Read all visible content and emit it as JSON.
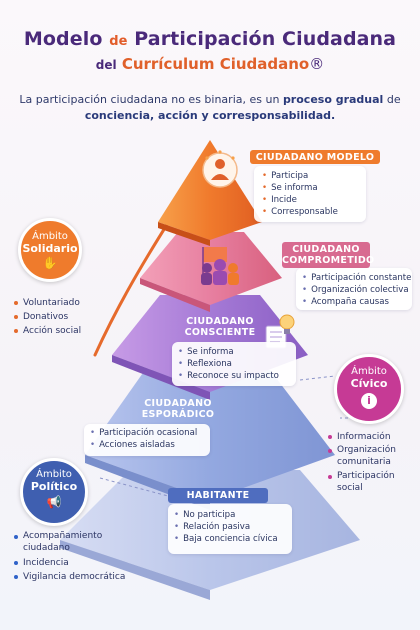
{
  "title": {
    "line1_a": "Modelo",
    "line1_de": "de",
    "line1_b": "Participación Ciudadana",
    "line2_del": "del",
    "line2_main": "Currículum Ciudadano",
    "line2_reg": "®"
  },
  "subtitle": {
    "part1": "La participación ciudadana no es binaria, es un",
    "bold1": "proceso gradual",
    "part2": "de",
    "bold2": "conciencia, acción y corresponsabilidad."
  },
  "tiers": [
    {
      "label": "CIUDADANO MODELO",
      "items": [
        "Participa",
        "Se informa",
        "Incide",
        "Corresponsable"
      ]
    },
    {
      "label_1": "CIUDADANO",
      "label_2": "COMPROMETIDO",
      "items": [
        "Participación constante",
        "Organización colectiva",
        "Acompaña causas"
      ]
    },
    {
      "label_1": "CIUDADANO",
      "label_2": "CONSCIENTE",
      "items": [
        "Se informa",
        "Reflexiona",
        "Reconoce su impacto"
      ]
    },
    {
      "label_1": "CIUDADANO",
      "label_2": "ESPORÁDICO",
      "items": [
        "Participación ocasional",
        "Acciones aisladas"
      ]
    },
    {
      "label": "HABITANTE",
      "items": [
        "No participa",
        "Relación pasiva",
        "Baja conciencia cívica"
      ]
    }
  ],
  "ambitos": {
    "solidario": {
      "line1": "Ámbito",
      "line2": "Solidario",
      "items": [
        "Voluntariado",
        "Donativos",
        "Acción social"
      ]
    },
    "civico": {
      "line1": "Ámbito",
      "line2": "Cívico",
      "items": [
        "Información",
        "Organización comunitaria",
        "Participación social"
      ]
    },
    "politico": {
      "line1": "Ámbito",
      "line2": "Político",
      "items": [
        "Acompañamiento ciudadano",
        "Incidencia",
        "Vigilancia democrática"
      ]
    }
  },
  "colors": {
    "orange": "#f07a2c",
    "purple": "#8e5bc4",
    "lavender": "#a98ad4",
    "blue": "#6f8fd0",
    "navy": "#3f5fb0",
    "pink": "#c63a95"
  },
  "icons": [
    "person-icon",
    "group-icon",
    "idea-icon",
    "handshake-icon",
    "info-icon",
    "megaphone-icon"
  ]
}
